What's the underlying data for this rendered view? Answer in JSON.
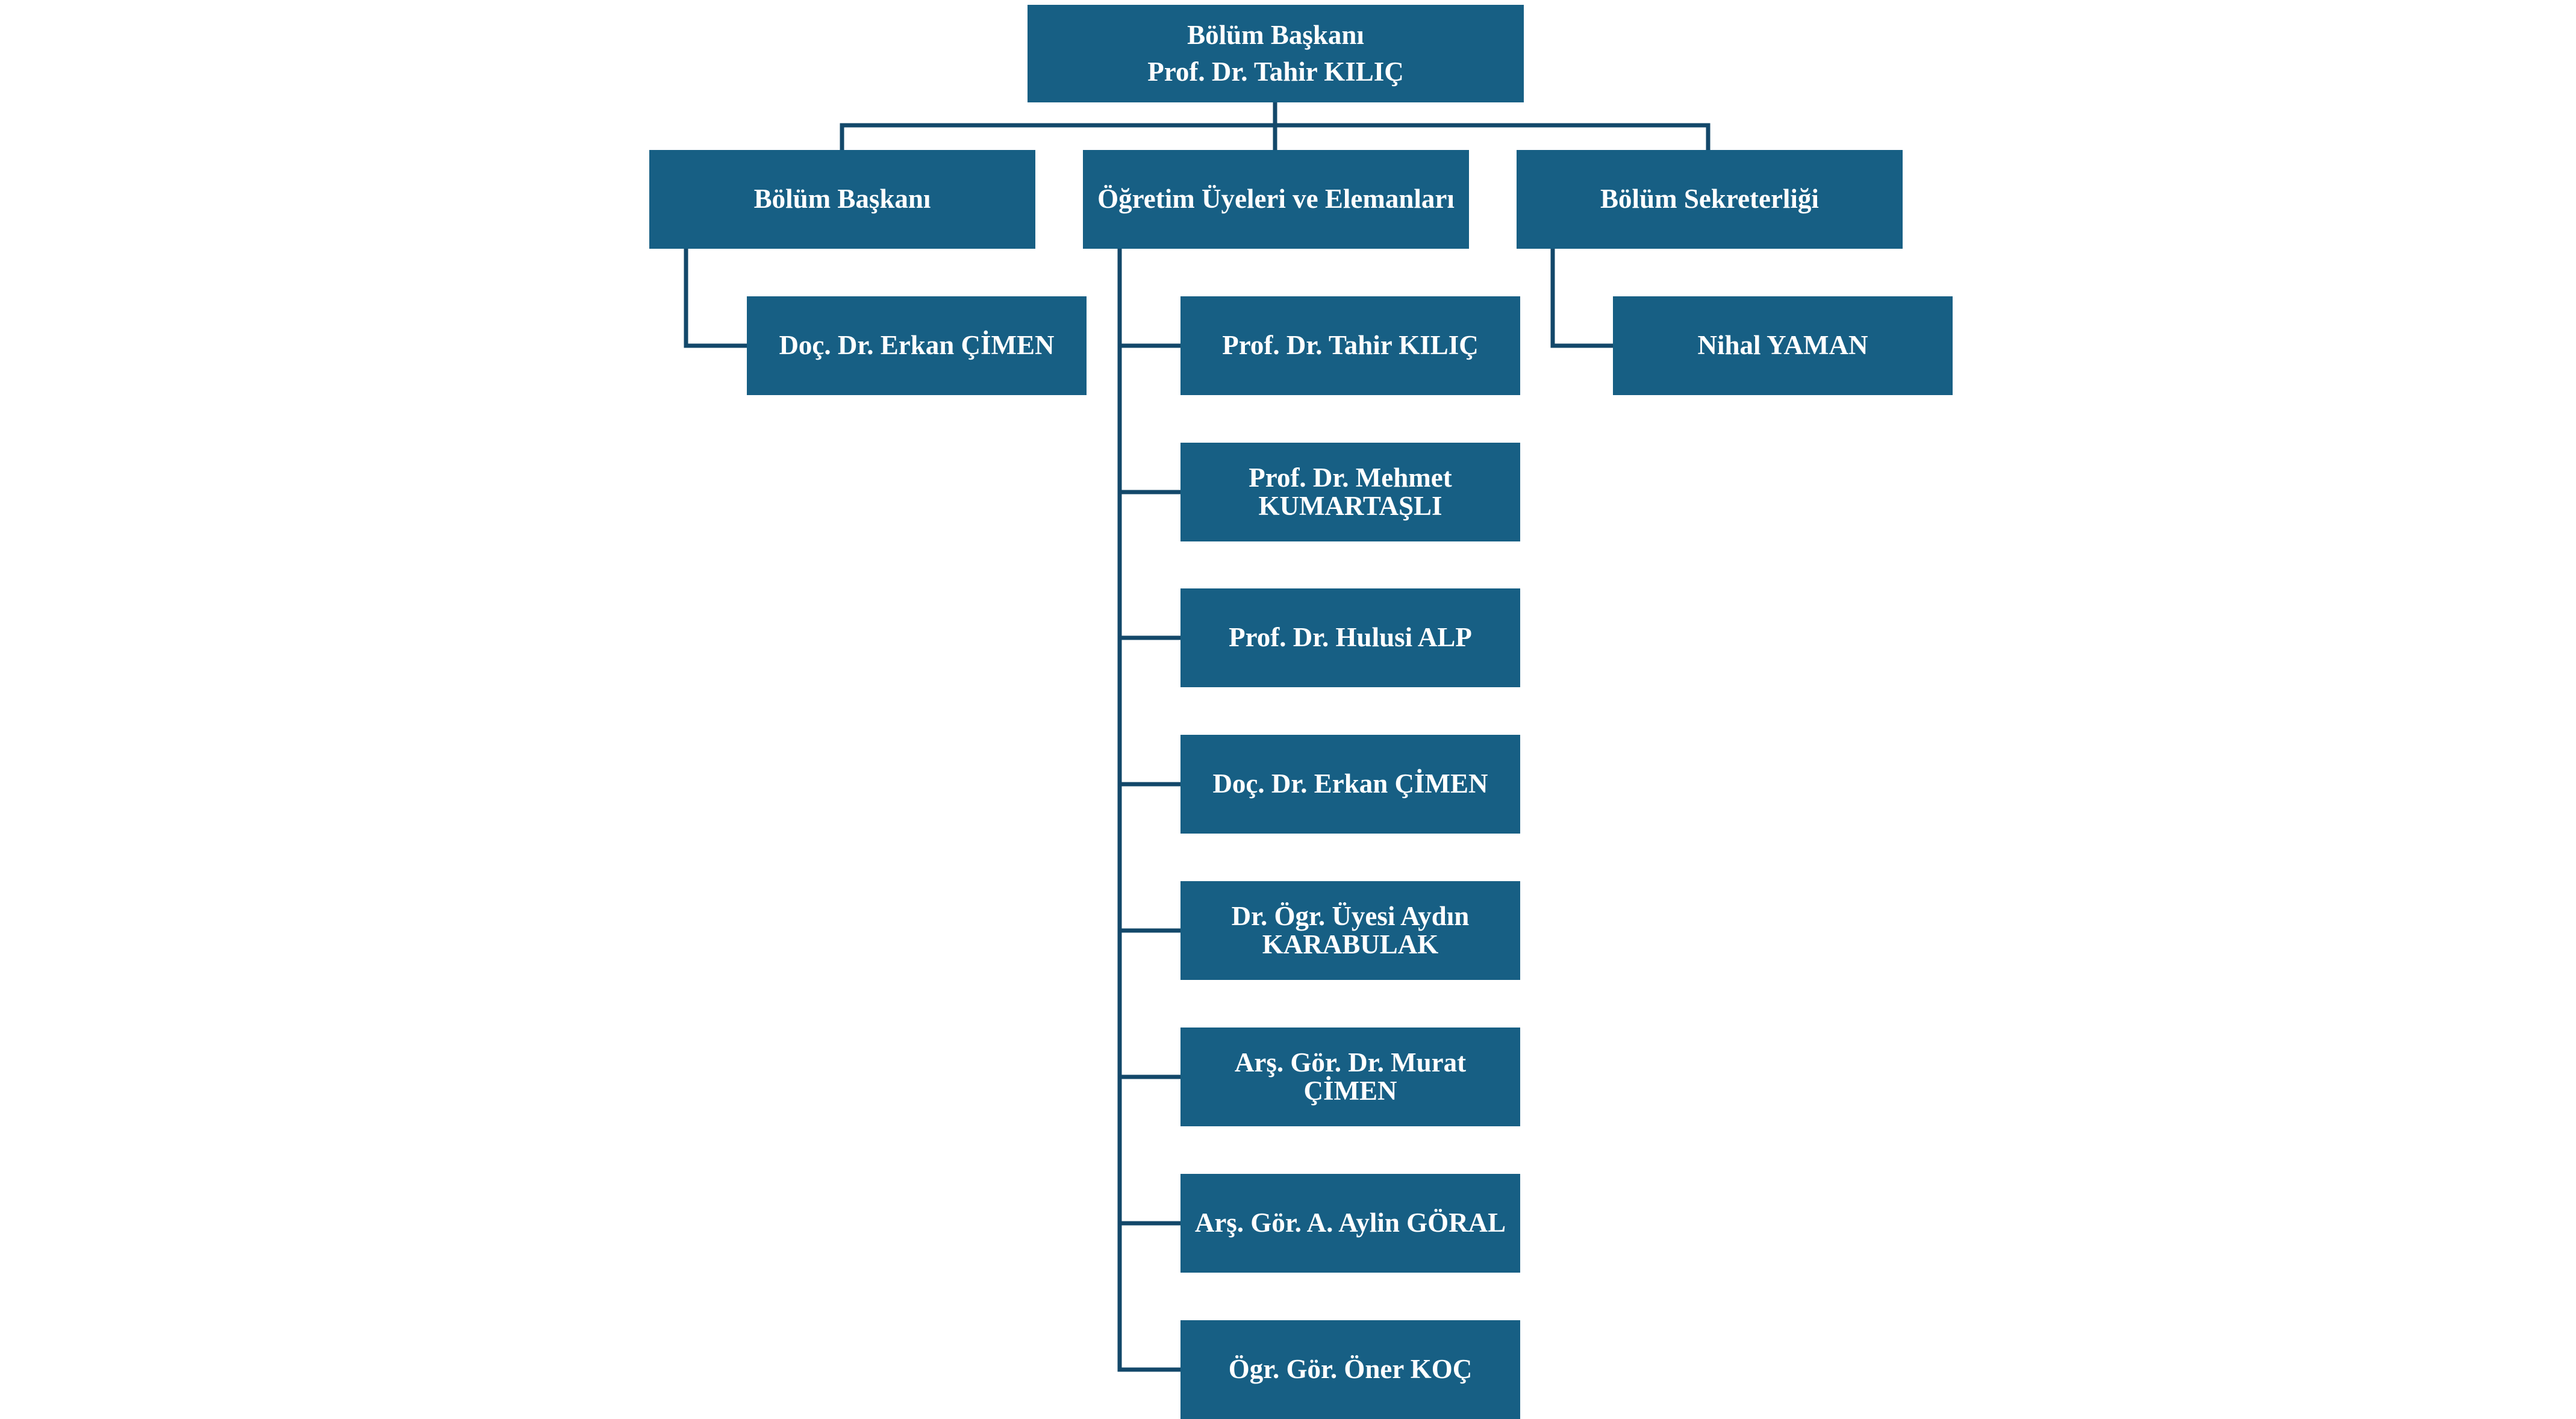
{
  "colors": {
    "box_fill": "#175f84",
    "box_text": "#ffffff",
    "connector": "#13486a",
    "background": "#ffffff"
  },
  "head": {
    "title": "Bölüm Başkanı",
    "name": "Prof. Dr. Tahir KILIÇ"
  },
  "branches": {
    "chair": {
      "title": "Bölüm Başkanı",
      "members": [
        "Doç. Dr. Erkan ÇİMEN"
      ]
    },
    "faculty": {
      "title": "Öğretim Üyeleri ve Elemanları",
      "members": [
        "Prof. Dr. Tahir KILIÇ",
        "Prof. Dr. Mehmet KUMARTAŞLI",
        "Prof. Dr. Hulusi ALP",
        "Doç. Dr. Erkan ÇİMEN",
        "Dr. Ögr. Üyesi Aydın KARABULAK",
        "Arş. Gör. Dr. Murat ÇİMEN",
        "Arş. Gör. A. Aylin GÖRAL",
        "Ögr. Gör. Öner KOÇ"
      ]
    },
    "secretariat": {
      "title": "Bölüm Sekreterliği",
      "members": [
        "Nihal YAMAN"
      ]
    }
  }
}
